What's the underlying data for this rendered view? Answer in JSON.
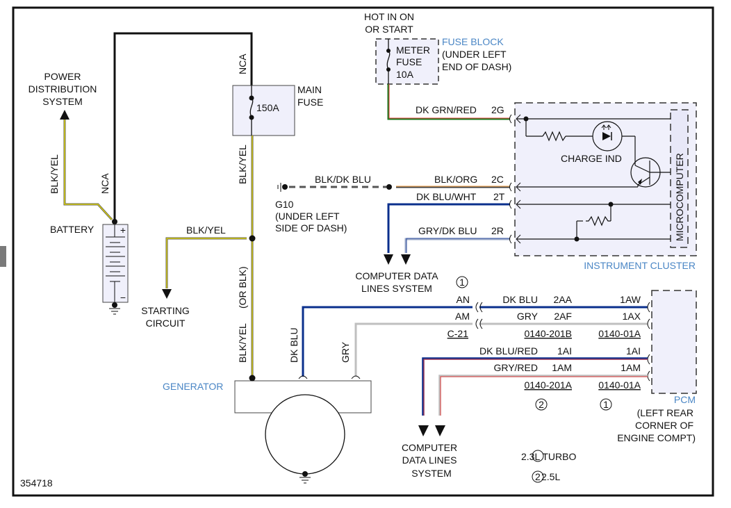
{
  "diagram": {
    "id_number": "354718",
    "colors": {
      "frame": "#111111",
      "wire_black": "#111111",
      "wire_yellow": "#f2e600",
      "wire_dk_blue": "#0a2f8c",
      "wire_gray": "#bfbfbf",
      "wire_red": "#e33b3b",
      "wire_green": "#1f7a1f",
      "wire_orange": "#f0a95a",
      "component_fill": "#f0f0fb",
      "blue_label": "#4a86c5"
    },
    "power_distribution": {
      "line1": "POWER",
      "line2": "DISTRIBUTION",
      "line3": "SYSTEM"
    },
    "battery": {
      "label": "BATTERY",
      "plus": "+",
      "minus": "−"
    },
    "wires_left": {
      "battery_to_pds": "BLK/YEL",
      "battery_nca": "NCA",
      "main_fuse_nca": "NCA",
      "main_fuse_out": "BLK/YEL",
      "starting_branch": "BLK/YEL",
      "generator_feed": "BLK/YEL",
      "generator_feed_alt": "(OR BLK)",
      "generator_dk_blu": "DK BLU",
      "generator_gry": "GRY"
    },
    "main_fuse": {
      "rating": "150A",
      "label1": "MAIN",
      "label2": "FUSE"
    },
    "starting_circuit": {
      "line1": "STARTING",
      "line2": "CIRCUIT"
    },
    "generator": {
      "label": "GENERATOR"
    },
    "hot_in": {
      "line1": "HOT IN ON",
      "line2": "OR START"
    },
    "meter_fuse": {
      "line1": "METER",
      "line2": "FUSE",
      "line3": "10A"
    },
    "fuse_block": {
      "title": "FUSE BLOCK",
      "line2": "(UNDER LEFT",
      "line3": "END OF DASH)"
    },
    "ground_g10": {
      "name": "G10",
      "line2": "(UNDER LEFT",
      "line3": "SIDE OF DASH)",
      "wire": "BLK/DK BLU"
    },
    "instrument_cluster": {
      "title": "INSTRUMENT CLUSTER",
      "charge_ind": "CHARGE IND",
      "microcomputer": "MICROCOMPUTER",
      "pins": [
        {
          "wire": "DK GRN/RED",
          "pin": "2G"
        },
        {
          "wire": "BLK/ORG",
          "pin": "2C"
        },
        {
          "wire": "DK BLU/WHT",
          "pin": "2T"
        },
        {
          "wire": "GRY/DK BLU",
          "pin": "2R"
        }
      ]
    },
    "computer_data_lines_top": {
      "line1": "COMPUTER DATA",
      "line2": "LINES SYSTEM"
    },
    "computer_data_lines_bottom": {
      "line1": "COMPUTER",
      "line2": "DATA LINES",
      "line3": "SYSTEM"
    },
    "pcm_rows": {
      "row_an": {
        "pin_left": "AN",
        "wire": "DK BLU",
        "pin_mid": "2AA",
        "pin_right": "1AW"
      },
      "row_am": {
        "pin_left": "AM",
        "wire": "GRY",
        "pin_mid": "2AF",
        "pin_right": "1AX"
      },
      "connectors_1": {
        "left": "C-21",
        "mid": "0140-201B",
        "right": "0140-01A"
      },
      "row_ai": {
        "wire": "DK BLU/RED",
        "pin_mid": "1AI",
        "pin_right": "1AI"
      },
      "row_am2": {
        "wire": "GRY/RED",
        "pin_mid": "1AM",
        "pin_right": "1AM"
      },
      "connectors_2": {
        "mid": "0140-201A",
        "right": "0140-01A"
      },
      "marker_1": "1",
      "marker_2": "2",
      "marker_top": "1"
    },
    "pcm": {
      "title": "PCM",
      "line2": "(LEFT REAR",
      "line3": "CORNER OF",
      "line4": "ENGINE COMPT)"
    },
    "legend": [
      {
        "marker": "1",
        "text": "2.3L TURBO"
      },
      {
        "marker": "2",
        "text": "2.5L"
      }
    ]
  }
}
